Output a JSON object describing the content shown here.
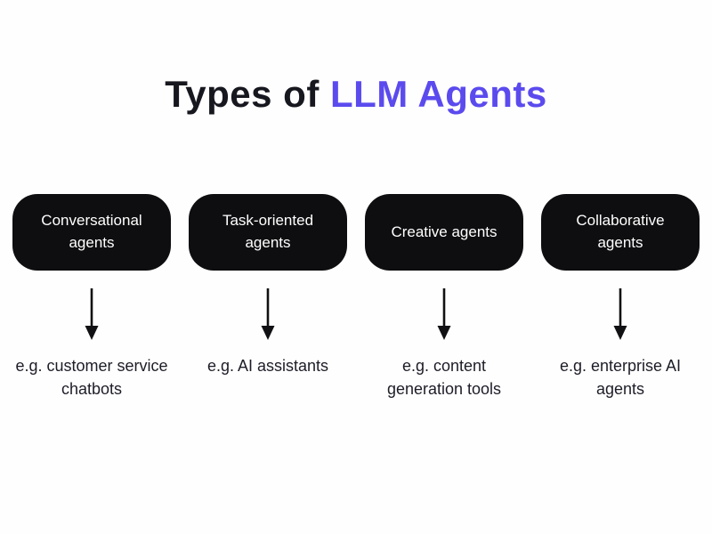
{
  "title": {
    "prefix": "Types of ",
    "accent": "LLM Agents"
  },
  "colors": {
    "accent": "#5b4bee",
    "title_text": "#17171f",
    "box_background": "#0e0e10",
    "box_text": "#ffffff",
    "caption_text": "#1d1d28",
    "page_background": "#fefefe"
  },
  "icons": [
    {
      "name": "down-arrow-icon",
      "glyph": "↓"
    }
  ],
  "columns": [
    {
      "label": "Conversational agents",
      "example": "e.g. customer service chatbots"
    },
    {
      "label": "Task-oriented agents",
      "example": "e.g. AI assistants"
    },
    {
      "label": "Creative agents",
      "example": "e.g. content generation tools"
    },
    {
      "label": "Collaborative agents",
      "example": "e.g. enterprise AI agents"
    }
  ]
}
